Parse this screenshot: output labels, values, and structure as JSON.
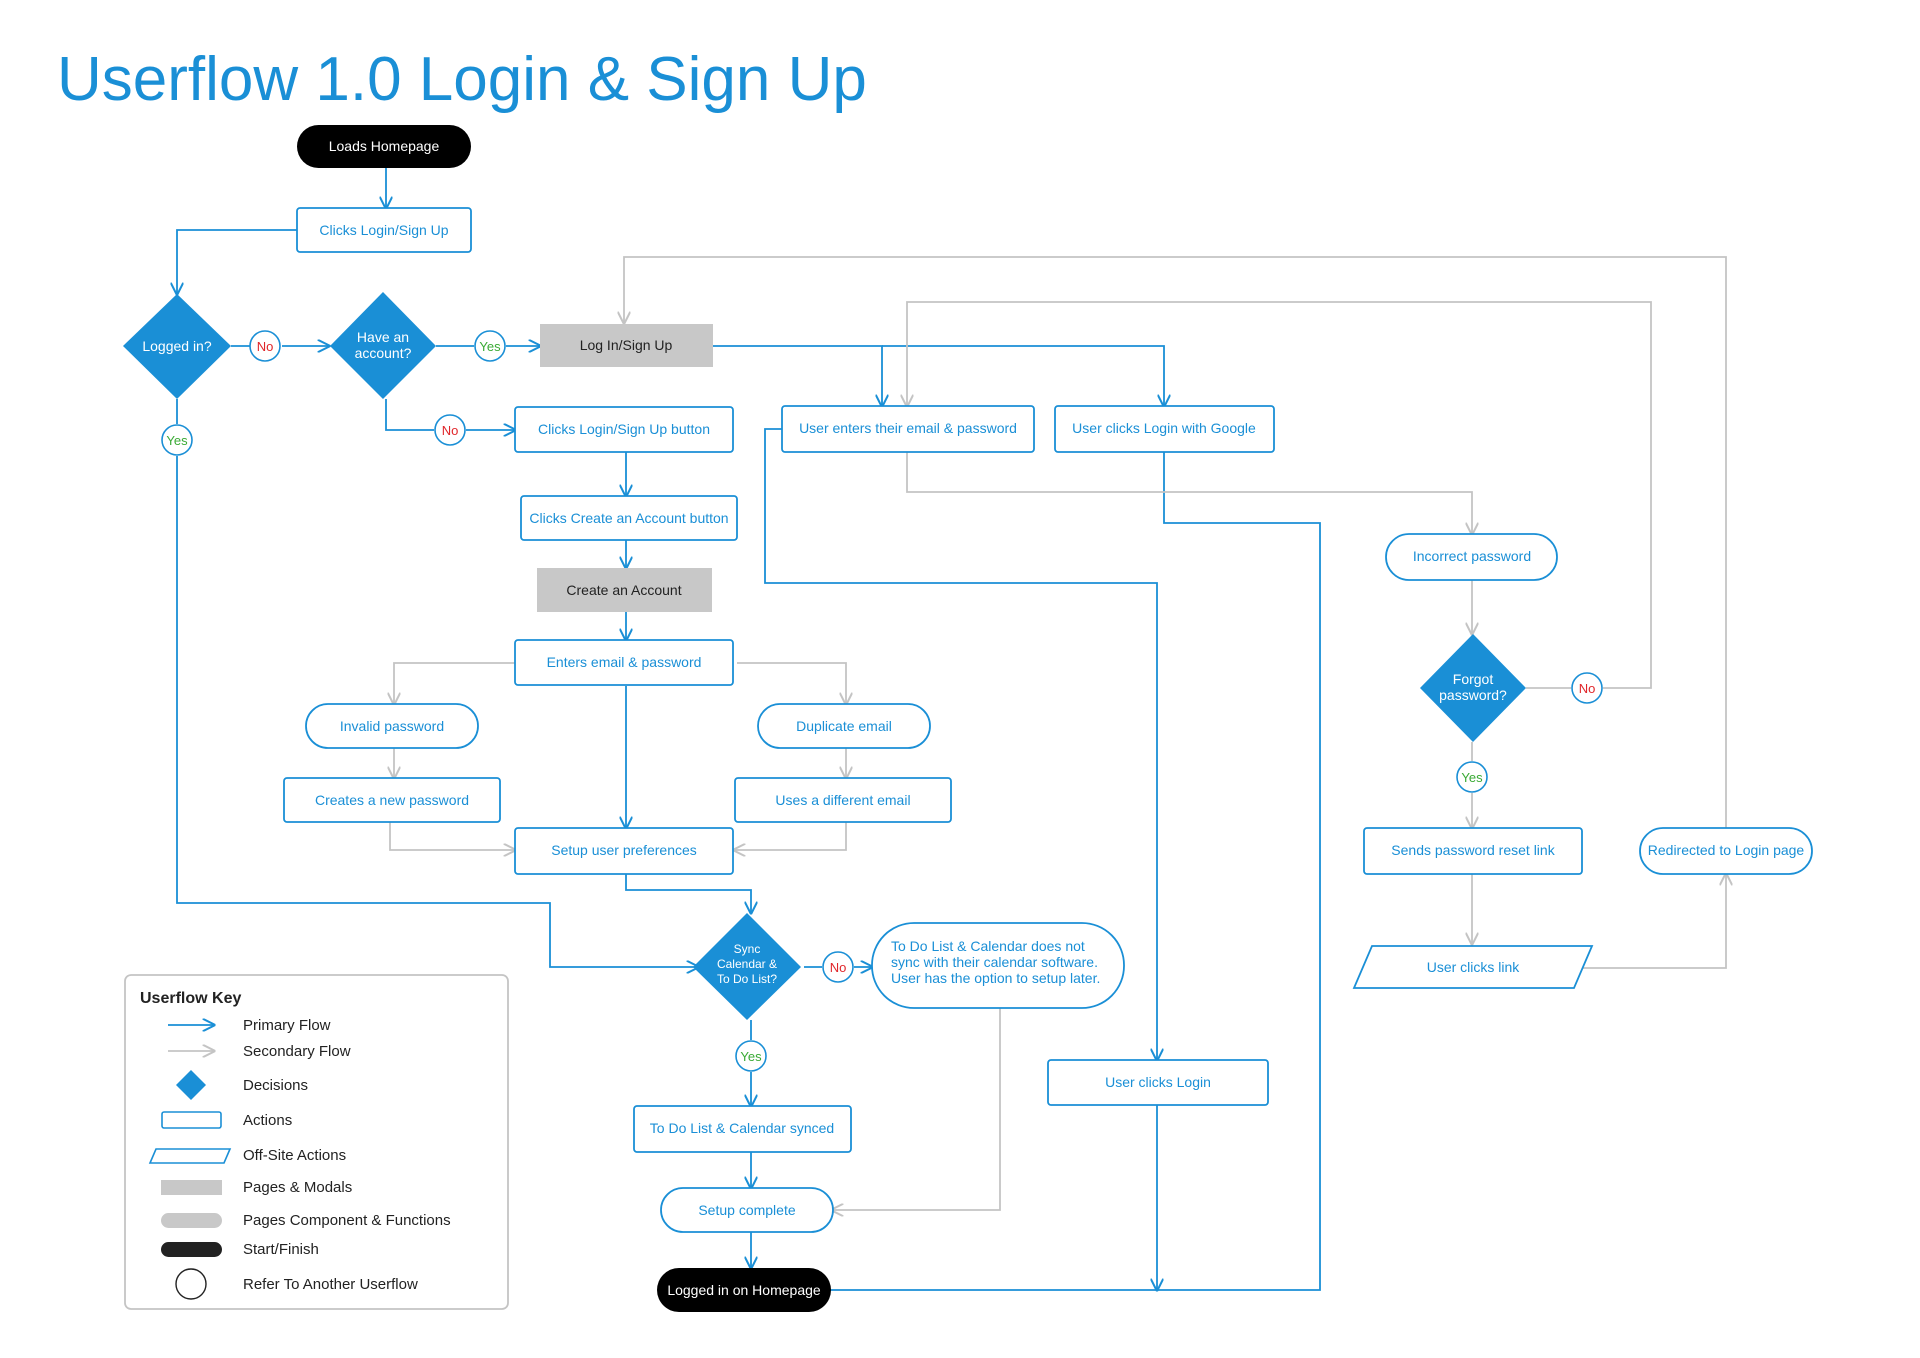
{
  "title": "Userflow 1.0 Login & Sign Up",
  "nodes": {
    "loads_homepage": "Loads Homepage",
    "clicks_login_signup": "Clicks Login/Sign Up",
    "logged_in": "Logged in?",
    "have_account_1": "Have an",
    "have_account_2": "account?",
    "log_in_sign_up": "Log In/Sign Up",
    "clicks_login_signup_button": "Clicks Login/Sign Up button",
    "clicks_create_account_button": "Clicks Create an Account button",
    "create_an_account": "Create an Account",
    "enters_email_password": "Enters email & password",
    "invalid_password": "Invalid password",
    "duplicate_email": "Duplicate email",
    "creates_new_password": "Creates a new password",
    "uses_different_email": "Uses a different email",
    "setup_user_preferences": "Setup user preferences",
    "sync_1": "Sync",
    "sync_2": "Calendar &",
    "sync_3": "To Do List?",
    "not_synced_1": "To Do List & Calendar does not",
    "not_synced_2": "sync with their calendar software.",
    "not_synced_3": "User has the option to setup later.",
    "todo_synced": "To Do List & Calendar synced",
    "setup_complete": "Setup complete",
    "logged_in_homepage": "Logged in on Homepage",
    "user_enters_email": "User enters their email & password",
    "user_clicks_google": "User clicks Login with Google",
    "incorrect_password": "Incorrect password",
    "forgot_1": "Forgot",
    "forgot_2": "password?",
    "sends_reset_link": "Sends password reset link",
    "user_clicks_link": "User clicks link",
    "redirected_login": "Redirected to Login page",
    "user_clicks_login": "User clicks Login"
  },
  "badges": {
    "no": "No",
    "yes": "Yes"
  },
  "key": {
    "title": "Userflow Key",
    "items": [
      {
        "label": "Primary Flow"
      },
      {
        "label": "Secondary Flow"
      },
      {
        "label": "Decisions"
      },
      {
        "label": "Actions"
      },
      {
        "label": "Off-Site Actions"
      },
      {
        "label": "Pages & Modals"
      },
      {
        "label": "Pages Component & Functions"
      },
      {
        "label": "Start/Finish"
      },
      {
        "label": "Refer To Another Userflow"
      }
    ]
  },
  "colors": {
    "primary": "#1a8fd6",
    "secondary": "#c4c4c4",
    "page_fill": "#c8c8c8",
    "start_fill": "#000000",
    "no": "#e0262a",
    "yes": "#3aaa35"
  }
}
